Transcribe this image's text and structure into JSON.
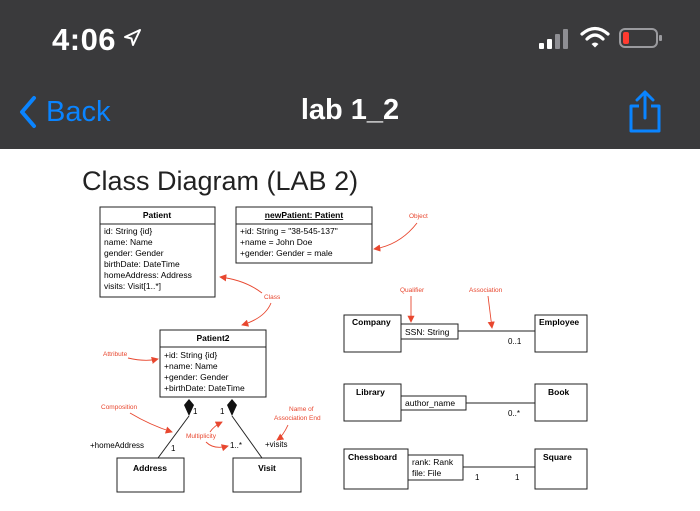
{
  "status_bar": {
    "time": "4:06"
  },
  "nav": {
    "back_label": "Back",
    "title": "lab 1_2"
  },
  "document": {
    "title": "Class Diagram (LAB 2)",
    "patient": {
      "name": "Patient",
      "attrs": [
        "id: String {id}",
        "name: Name",
        "gender: Gender",
        "birthDate: DateTime",
        "homeAddress: Address",
        "visits: Visit[1..*]"
      ]
    },
    "new_patient": {
      "name": "newPatient: Patient",
      "attrs": [
        "+id: String = \"38-545-137\"",
        "+name = John Doe",
        "+gender: Gender = male"
      ]
    },
    "patient2": {
      "name": "Patient2",
      "attrs": [
        "+id: String {id}",
        "+name: Name",
        "+gender: Gender",
        "+birthDate: DateTime"
      ]
    },
    "address": "Address",
    "visit": "Visit",
    "company": "Company",
    "employee": "Employee",
    "ssn": "SSN: String",
    "library": "Library",
    "book": "Book",
    "author_name": "author_name",
    "chessboard": "Chessboard",
    "square": "Square",
    "rank": "rank: Rank",
    "file": "file: File",
    "mult_01": "0..1",
    "mult_0star": "0..*",
    "mult_1a": "1",
    "mult_1b": "1",
    "mult_1c": "1",
    "mult_1star": "1..*",
    "mult_chess_1": "1",
    "mult_chess_2": "1",
    "home_address_label": "+homeAddress",
    "visits_label": "+visits",
    "annotations": {
      "object": "Object",
      "class": "Class",
      "qualifier": "Qualifier",
      "association": "Association",
      "attribute": "Attribute",
      "composition": "Composition",
      "multiplicity": "Multiplicity",
      "name_of": "Name of",
      "association_end": "Association End"
    }
  },
  "colors": {
    "annotation_red": "#e8472f",
    "link_blue": "#0a84ff",
    "bar_bg": "#3a3a3c",
    "battery_red": "#ff3b30"
  }
}
